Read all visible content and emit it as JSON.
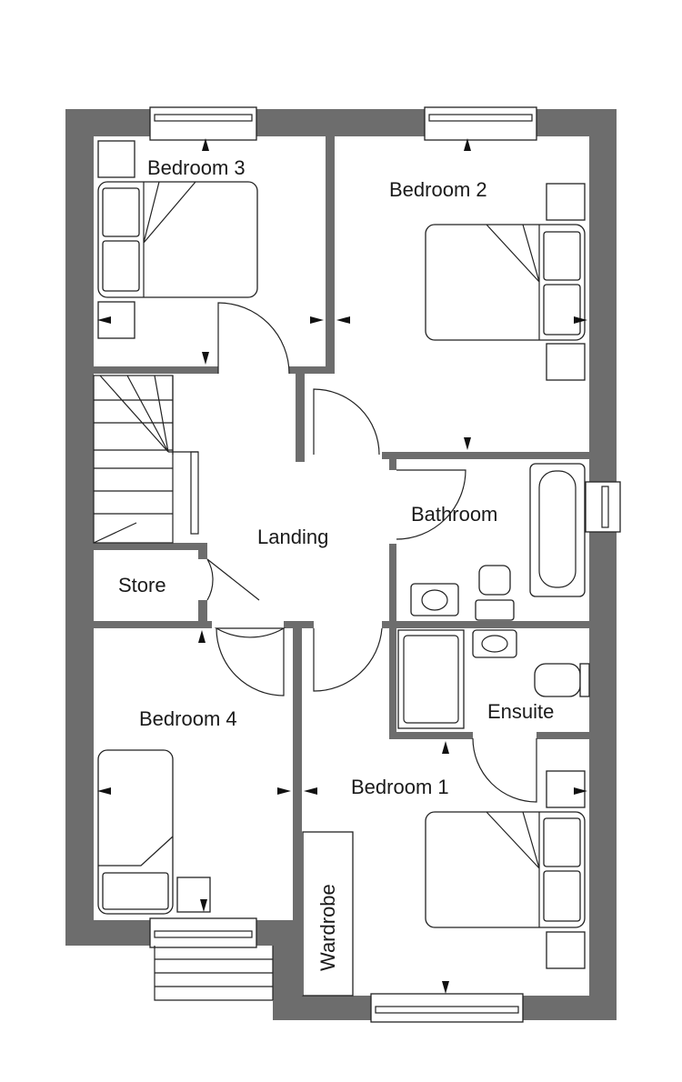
{
  "rooms": {
    "bedroom3": "Bedroom 3",
    "bedroom2": "Bedroom 2",
    "bathroom": "Bathroom",
    "landing": "Landing",
    "store": "Store",
    "bedroom4": "Bedroom 4",
    "ensuite": "Ensuite",
    "bedroom1": "Bedroom 1",
    "wardrobe": "Wardrobe"
  },
  "colors": {
    "wall": "#6d6d6d",
    "line": "#222222"
  }
}
